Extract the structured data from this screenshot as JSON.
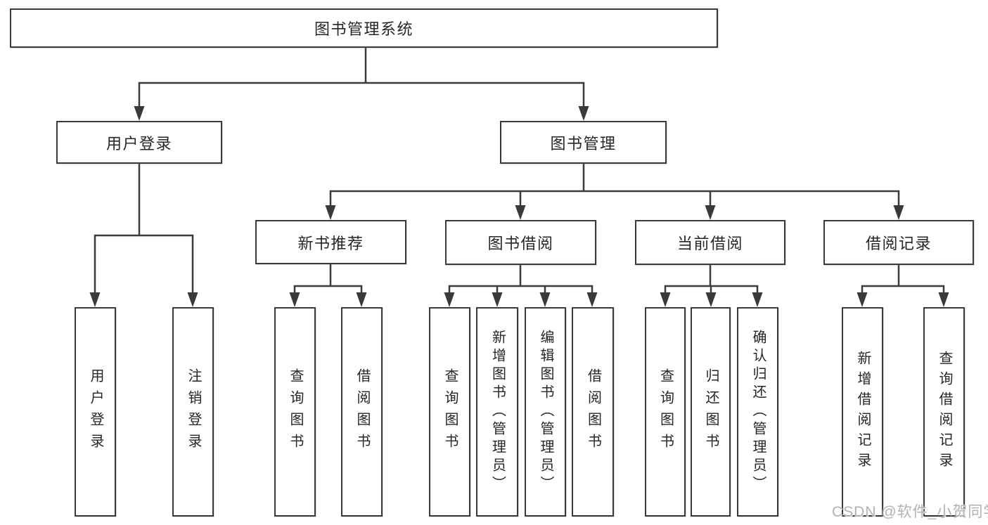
{
  "colors": {
    "line": "#3a3a3a",
    "box_border": "#3a3a3a",
    "box_fill": "#ffffff",
    "text": "#262626",
    "watermark": "#b2b2b2"
  },
  "watermark": {
    "text": "CSDN @软件_小贺同学"
  },
  "nodes": {
    "root": {
      "label": "图书管理系统"
    },
    "user_login": {
      "label": "用户登录"
    },
    "book_management": {
      "label": "图书管理"
    },
    "new_book_recommend": {
      "label": "新书推荐"
    },
    "book_borrow": {
      "label": "图书借阅"
    },
    "current_borrow": {
      "label": "当前借阅"
    },
    "borrow_records": {
      "label": "借阅记录"
    },
    "leaf_user_login": {
      "label": "用户登录"
    },
    "leaf_logout": {
      "label": "注销登录"
    },
    "leaf_rec_query_books": {
      "label": "查询图书"
    },
    "leaf_rec_borrow_books": {
      "label": "借阅图书"
    },
    "leaf_bb_query_books": {
      "label": "查询图书"
    },
    "leaf_bb_add_books": {
      "label": "新增图书（管理员）"
    },
    "leaf_bb_edit_books": {
      "label": "编辑图书（管理员）"
    },
    "leaf_bb_borrow_books": {
      "label": "借阅图书"
    },
    "leaf_cb_query_books": {
      "label": "查询图书"
    },
    "leaf_cb_return_books": {
      "label": "归还图书"
    },
    "leaf_cb_confirm_return": {
      "label": "确认归还（管理员）"
    },
    "leaf_br_add_record": {
      "label": "新增借阅记录"
    },
    "leaf_br_query_record": {
      "label": "查询借阅记录"
    }
  }
}
